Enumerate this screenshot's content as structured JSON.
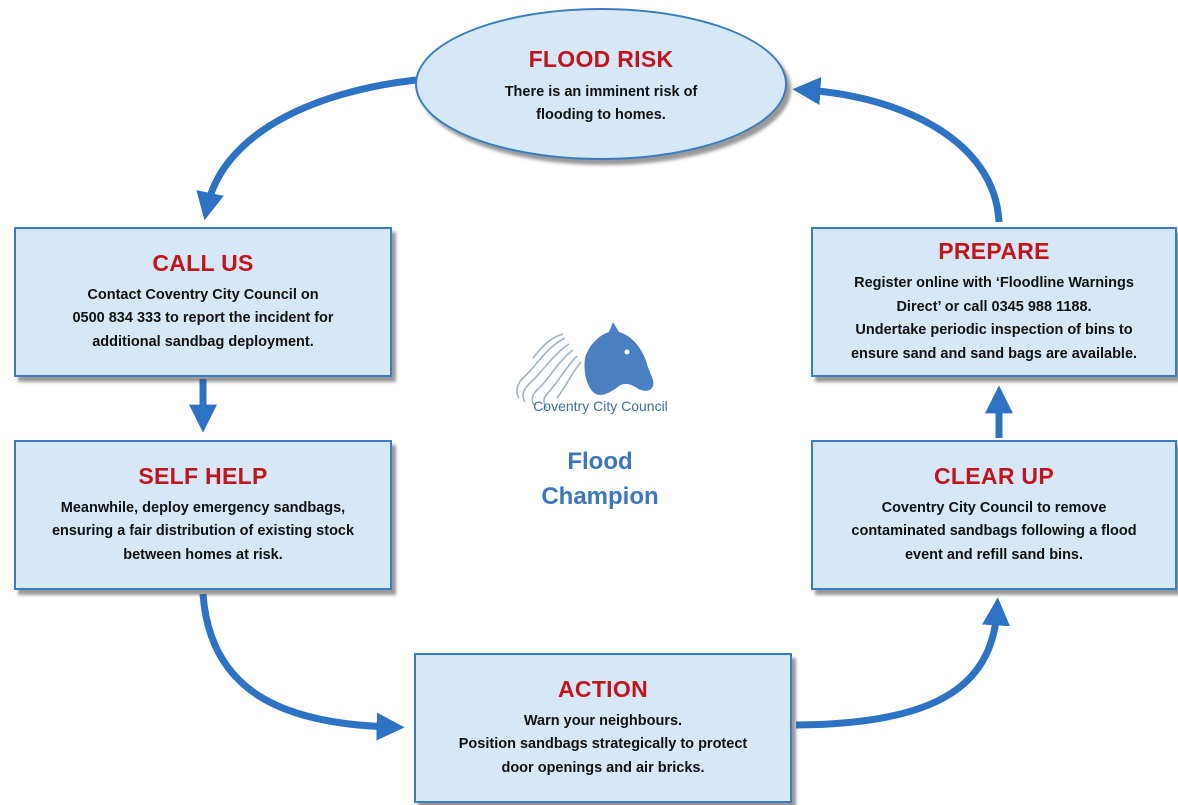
{
  "colors": {
    "box_fill": "#d6e8f7",
    "box_border": "#3a7bc1",
    "title_red": "#c0151c",
    "arrow_blue": "#2e72c4",
    "logo_blue": "#3c6ea8"
  },
  "flood_risk": {
    "title": "FLOOD RISK",
    "body": "There is an imminent risk of\nflooding to homes."
  },
  "call_us": {
    "title": "CALL US",
    "body": "Contact Coventry City Council on\n0500 834 333 to report the incident for\nadditional sandbag deployment."
  },
  "self_help": {
    "title": "SELF HELP",
    "body": "Meanwhile, deploy emergency sandbags,\nensuring a fair distribution of existing stock\nbetween homes at risk."
  },
  "action": {
    "title": "ACTION",
    "body": "Warn your neighbours.\nPosition sandbags strategically to protect\ndoor openings and air bricks."
  },
  "clear_up": {
    "title": "CLEAR UP",
    "body": "Coventry City Council to remove\ncontaminated sandbags following a flood\nevent and refill sand bins."
  },
  "prepare": {
    "title": "PREPARE",
    "body": "Register online with ‘Floodline Warnings\nDirect’ or call 0345 988 1188.\nUndertake periodic inspection of bins to\nensure sand and sand bags are available."
  },
  "logo": {
    "icon": "horse-head-logo-icon",
    "text": "Coventry City Council"
  },
  "centre_title": "Flood\nChampion"
}
